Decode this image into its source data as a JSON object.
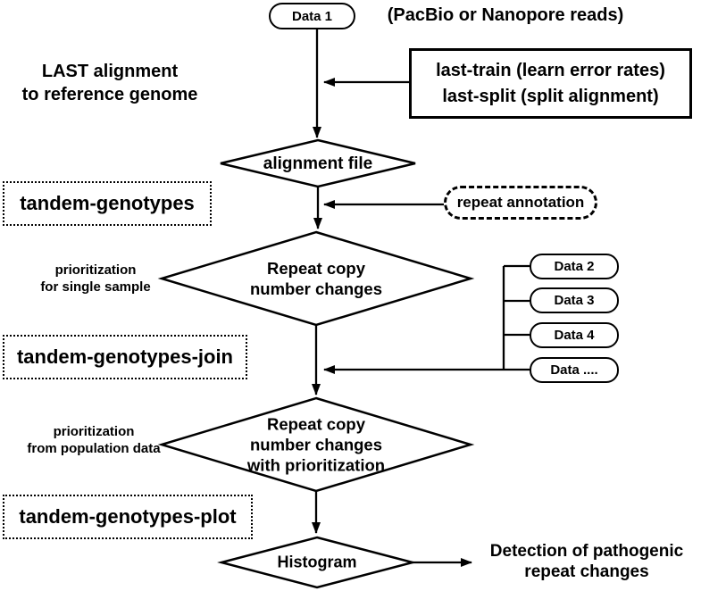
{
  "colors": {
    "ink": "#000000",
    "background": "#ffffff"
  },
  "nodes": {
    "data1": "Data 1",
    "reads_note": "(PacBio or Nanopore reads)",
    "last_alignment": {
      "line1": "LAST alignment",
      "line2": "to reference genome"
    },
    "last_tools": {
      "line1": "last-train (learn error rates)",
      "line2": "last-split (split alignment)"
    },
    "alignment_file": "alignment file",
    "tandem_genotypes": "tandem-genotypes",
    "repeat_annotation": "repeat annotation",
    "prioritization_single": {
      "line1": "prioritization",
      "line2": "for single sample"
    },
    "repeat_copy": {
      "line1": "Repeat copy",
      "line2": "number changes"
    },
    "data2": "Data 2",
    "data3": "Data 3",
    "data4": "Data 4",
    "data_more": "Data ....",
    "tandem_genotypes_join": "tandem-genotypes-join",
    "prioritization_population": {
      "line1": "prioritization",
      "line2": "from population data"
    },
    "repeat_copy_prioritized": {
      "line1": "Repeat copy",
      "line2": "number changes",
      "line3": "with prioritization"
    },
    "tandem_genotypes_plot": "tandem-genotypes-plot",
    "histogram": "Histogram",
    "detection": {
      "line1": "Detection of pathogenic",
      "line2": "repeat changes"
    }
  }
}
